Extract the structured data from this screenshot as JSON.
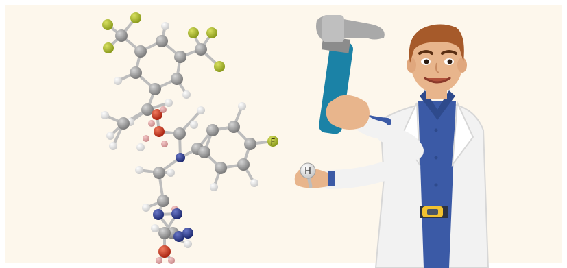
{
  "atom_labels": {
    "fluorine": "F",
    "hydrogen": "H"
  },
  "colors": {
    "background": "#fdf7ec",
    "carbon": "#8e8e8e",
    "hydrogen": "#e9e9e9",
    "oxygen": "#d0331c",
    "nitrogen": "#29378c",
    "fluorine": "#a6b52b",
    "coat": "#f2f2f2",
    "shirt": "#3b5aa6",
    "skin": "#e8b58c",
    "hair": "#a65a2a",
    "hammer_handle": "#1b82a6",
    "hammer_head": "#a9a9a9",
    "belt_buckle": "#f2c230",
    "trousers": "#4a5565"
  },
  "icons": [
    "molecule-model",
    "scientist",
    "hammer"
  ]
}
